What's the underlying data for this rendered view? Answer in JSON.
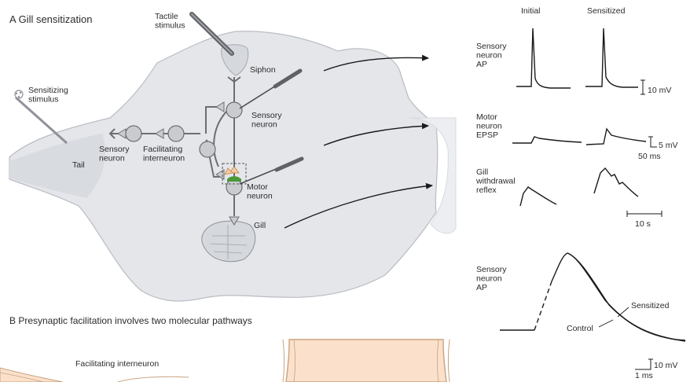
{
  "colors": {
    "top_bar": "#e07020",
    "animal_body": "#e4e6ea",
    "animal_outline": "#b9bcc3",
    "neuron_fill": "#c9cbcf",
    "neuron_stroke": "#6c6e73",
    "synapse_fill": "#f6c9a6",
    "synapse_green": "#4a9a3a",
    "panel_b_fill": "#fbe1cb"
  },
  "panel_a": {
    "title": "A  Gill sensitization",
    "labels": {
      "tactile": "Tactile\nstimulus",
      "siphon": "Siphon",
      "sensitizing": "Sensitizing\nstimulus",
      "tail": "Tail",
      "sensory_left": "Sensory\nneuron",
      "facilitating": "Facilitating\ninterneuron",
      "sensory_right": "Sensory\nneuron",
      "motor": "Motor\nneuron",
      "gill": "Gill"
    }
  },
  "traces": {
    "col_initial": "Initial",
    "col_sensitized": "Sensitized",
    "row1_label": "Sensory\nneuron\nAP",
    "row2_label": "Motor\nneuron\nEPSP",
    "row3_label": "Gill\nwithdrawal\nreflex",
    "scale1": "10 mV",
    "scale2_v": "5 mV",
    "scale2_t": "50 ms",
    "scale3_t": "10 s"
  },
  "ap_overlay": {
    "label": "Sensory\nneuron\nAP",
    "sensitized": "Sensitized",
    "control": "Control",
    "scale_v": "10 mV",
    "scale_t": "1 ms"
  },
  "panel_b": {
    "title": "B  Presynaptic facilitation involves two molecular pathways",
    "interneuron": "Facilitating interneuron"
  }
}
